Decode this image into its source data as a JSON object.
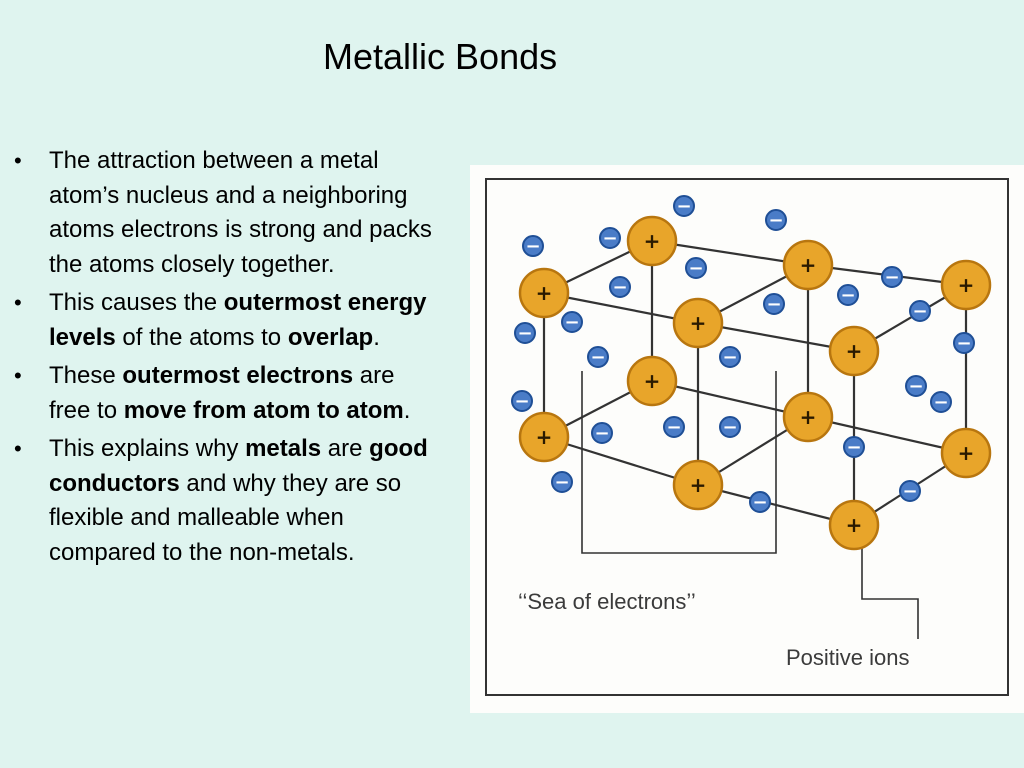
{
  "slide": {
    "title": "Metallic Bonds"
  },
  "bullets": [
    {
      "segments": [
        {
          "text": "The attraction between a metal atom’s nucleus and a neighboring atoms electrons is strong and packs the atoms closely together.",
          "bold": false
        }
      ]
    },
    {
      "segments": [
        {
          "text": "This causes the ",
          "bold": false
        },
        {
          "text": "outermost energy levels",
          "bold": true
        },
        {
          "text": " of the atoms to ",
          "bold": false
        },
        {
          "text": "overlap",
          "bold": true
        },
        {
          "text": ".",
          "bold": false
        }
      ]
    },
    {
      "segments": [
        {
          "text": "These ",
          "bold": false
        },
        {
          "text": "outermost electrons",
          "bold": true
        },
        {
          "text": " are free to ",
          "bold": false
        },
        {
          "text": "move from atom to atom",
          "bold": true
        },
        {
          "text": ".",
          "bold": false
        }
      ]
    },
    {
      "segments": [
        {
          "text": "This explains why ",
          "bold": false
        },
        {
          "text": "metals",
          "bold": true
        },
        {
          "text": " are ",
          "bold": false
        },
        {
          "text": "good conductors",
          "bold": true
        },
        {
          "text": " and why they are so flexible and malleable when compared to the non-metals.",
          "bold": false
        }
      ]
    }
  ],
  "figure": {
    "sea_label": "‘‘Sea of electrons’’",
    "ions_label": "Positive ions",
    "ion_symbol": "+",
    "electron_symbol": "−",
    "colors": {
      "ion_fill": "#e8a52a",
      "ion_stroke": "#b8760f",
      "electron_fill": "#4a7cc7",
      "electron_stroke": "#1f4f96",
      "frame": "#333333",
      "bond": "#333333"
    }
  }
}
